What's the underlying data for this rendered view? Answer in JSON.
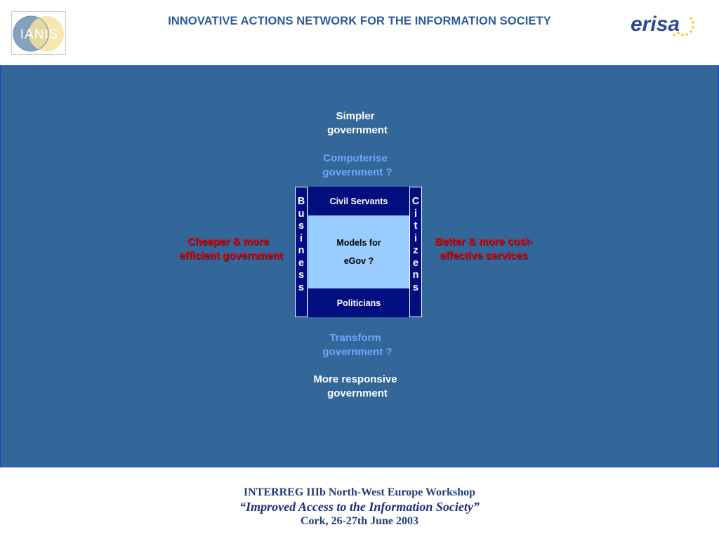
{
  "header": {
    "title": "INNOVATIVE ACTIONS NETWORK FOR THE INFORMATION SOCIETY",
    "left_logo": "IANIS",
    "right_logo": "erisa"
  },
  "diagram": {
    "top_outer": [
      "Simpler",
      "government"
    ],
    "top_question": [
      "Computerise",
      "government ?"
    ],
    "bottom_question": [
      "Transform",
      "government ?"
    ],
    "bottom_outer": [
      "More responsive",
      "government"
    ],
    "left_label": [
      "Cheaper & more",
      "efficient government"
    ],
    "right_label": [
      "Better & more cost-",
      "effective services"
    ],
    "top_box": "Civil Servants",
    "center_box": [
      "Models for",
      "eGov ?"
    ],
    "bottom_box": "Politicians",
    "left_column": [
      "B",
      "u",
      "s",
      "i",
      "n",
      "e",
      "s",
      "s"
    ],
    "right_column": [
      "C",
      "i",
      "t",
      "i",
      "z",
      "e",
      "n",
      "s"
    ]
  },
  "footer": {
    "line1": "INTERREG IIIb North-West Europe Workshop",
    "line2": "“Improved Access to the Information Society”",
    "line3": "Cork, 26-27th June 2003"
  },
  "colors": {
    "panel": "#336699",
    "title": "#2b5c98",
    "navy": "#000e80",
    "pale_blue": "#99ccff",
    "question_blue": "#6aa8ff",
    "red": "#e60000"
  }
}
